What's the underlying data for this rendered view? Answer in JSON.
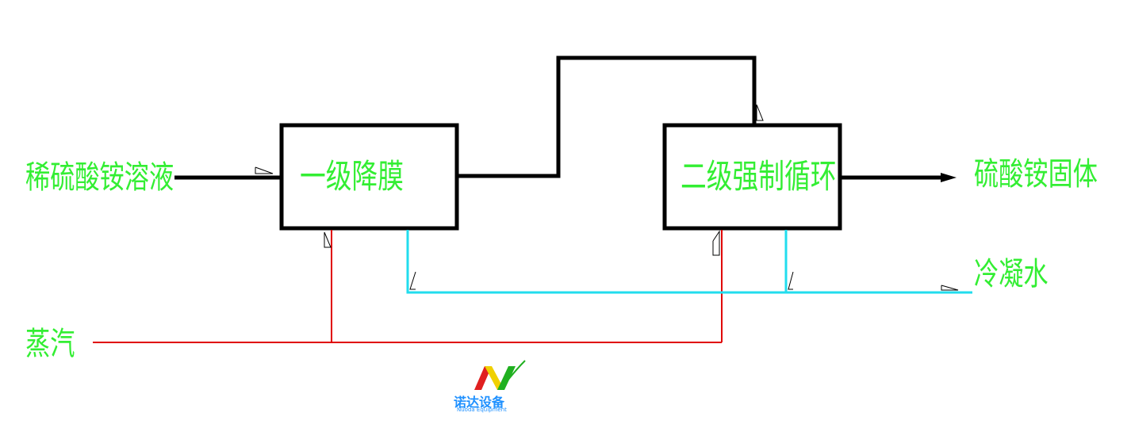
{
  "colors": {
    "label_green": "#33ee33",
    "process_line": "#000000",
    "steam_line": "#e00000",
    "condensate_line": "#22ddee",
    "logo_red": "#e02020",
    "logo_yellow": "#f0d000",
    "logo_green": "#20b020",
    "logo_blue": "#1e90ff"
  },
  "inputs": {
    "feed": "稀硫酸铵溶液",
    "steam": "蒸汽"
  },
  "outputs": {
    "product": "硫酸铵固体",
    "condensate": "冷凝水"
  },
  "units": {
    "stage1": "一级降膜",
    "stage2": "二级强制循环"
  },
  "logo": {
    "text": "诺达设备",
    "subtext": "Nuoda Equipment"
  }
}
